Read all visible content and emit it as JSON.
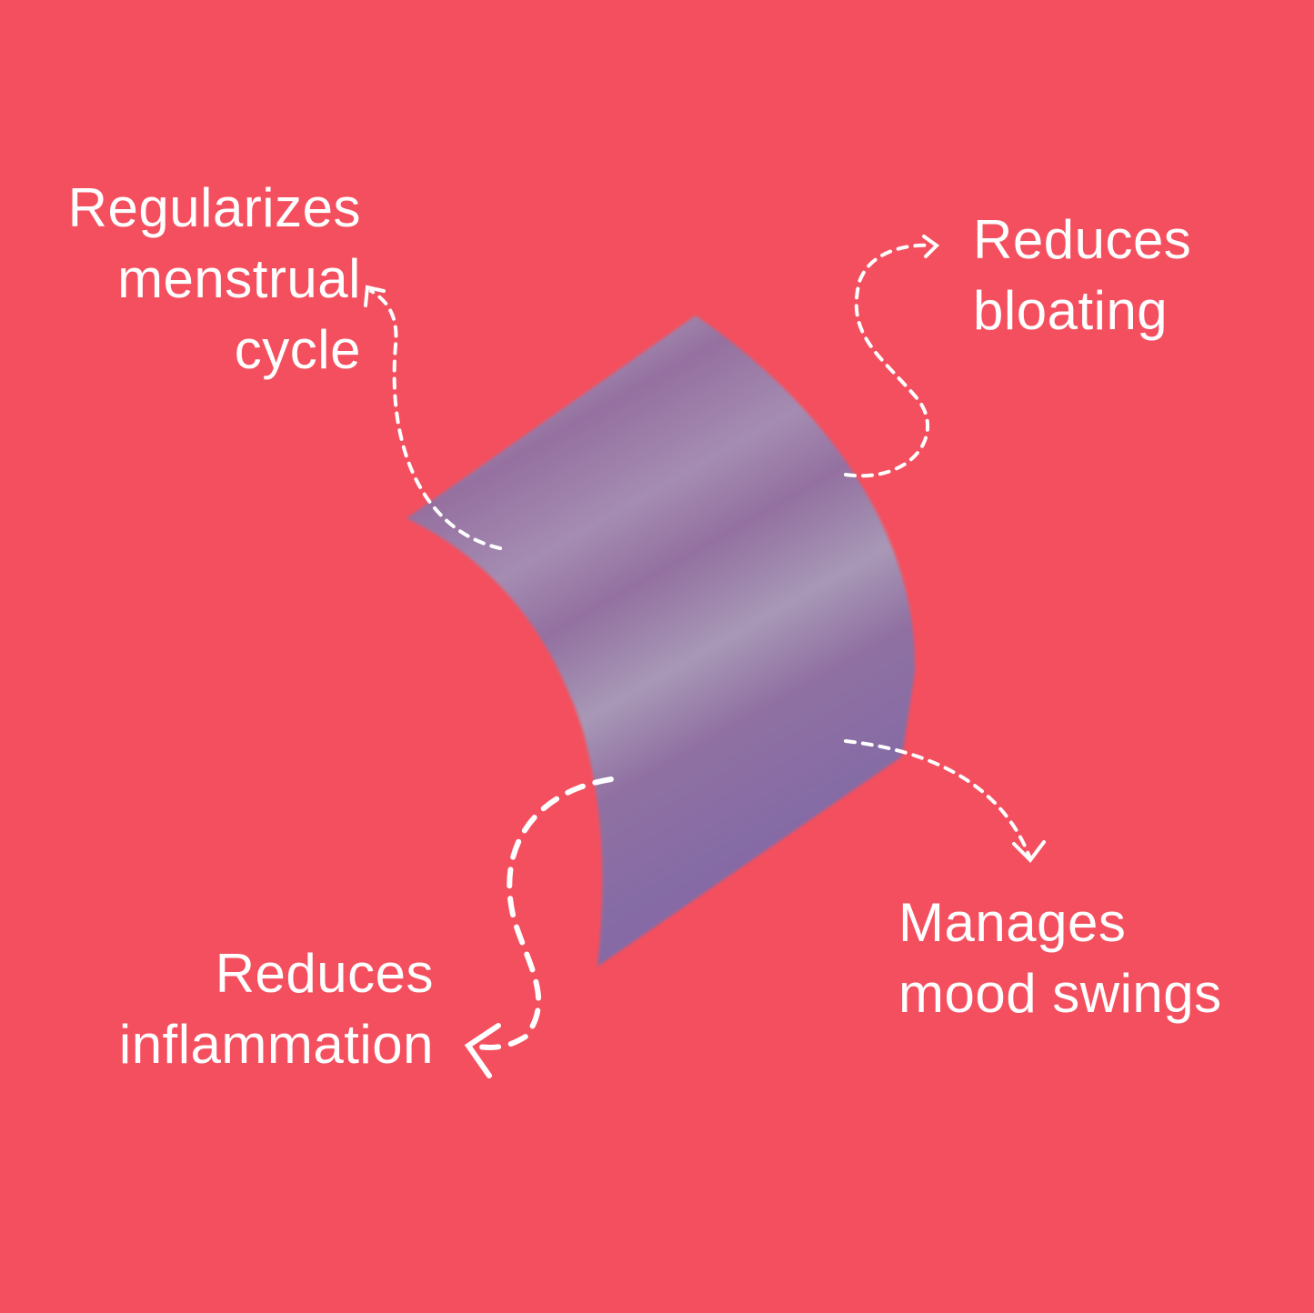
{
  "colors": {
    "background": "#F44F5E",
    "patch_dark": "#8768A3",
    "patch_light": "#A896B6",
    "text": "#FFFFFF"
  },
  "labels": {
    "top_left": [
      "Regularizes",
      "menstrual",
      "cycle"
    ],
    "top_right": [
      "Reduces",
      "bloating"
    ],
    "bottom_left": [
      "Reduces",
      "inflammation"
    ],
    "bottom_right": [
      "Manages",
      "mood swings"
    ]
  }
}
